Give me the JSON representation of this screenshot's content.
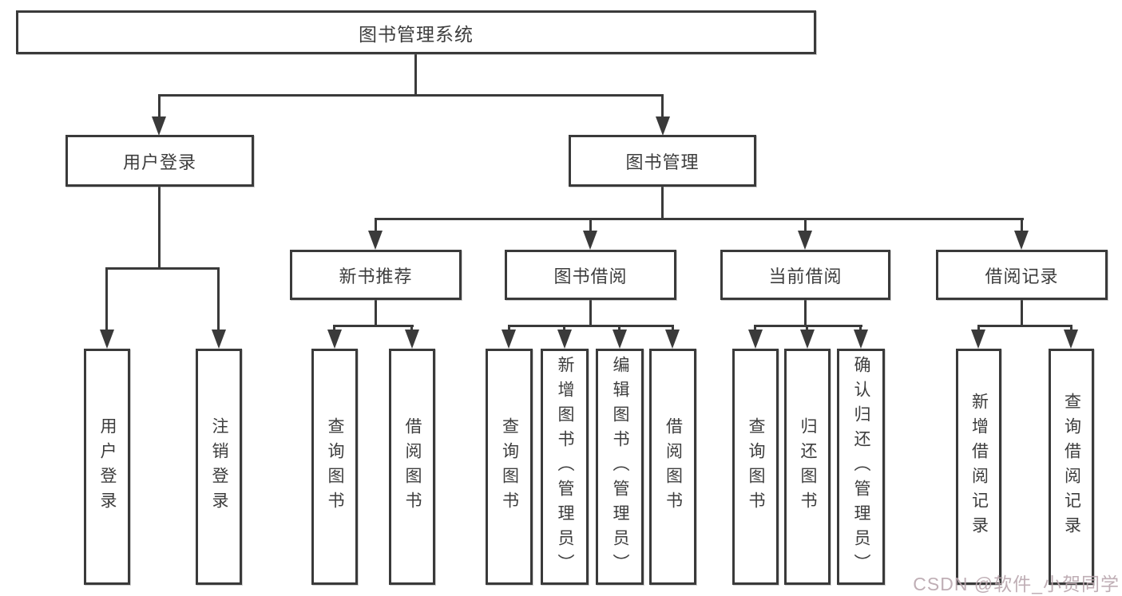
{
  "colors": {
    "line": "#3a3a3a",
    "text": "#3d3d3d",
    "bg": "#ffffff",
    "box-bg": "#ffffff",
    "watermark": "#b9a6ad"
  },
  "diagram": {
    "root": {
      "label": "图书管理系统"
    },
    "branches": [
      {
        "label": "用户登录",
        "children": [
          {
            "label": "用户登录"
          },
          {
            "label": "注销登录"
          }
        ]
      },
      {
        "label": "图书管理",
        "children": [
          {
            "label": "新书推荐",
            "children": [
              {
                "label": "查询图书"
              },
              {
                "label": "借阅图书"
              }
            ]
          },
          {
            "label": "图书借阅",
            "children": [
              {
                "label": "查询图书"
              },
              {
                "label": "新增图书（管理员）"
              },
              {
                "label": "编辑图书（管理员）"
              },
              {
                "label": "借阅图书"
              }
            ]
          },
          {
            "label": "当前借阅",
            "children": [
              {
                "label": "查询图书"
              },
              {
                "label": "归还图书"
              },
              {
                "label": "确认归还（管理员）"
              }
            ]
          },
          {
            "label": "借阅记录",
            "children": [
              {
                "label": "新增借阅记录"
              },
              {
                "label": "查询借阅记录"
              }
            ]
          }
        ]
      }
    ],
    "watermark": "CSDN @软件_小贺同学"
  }
}
